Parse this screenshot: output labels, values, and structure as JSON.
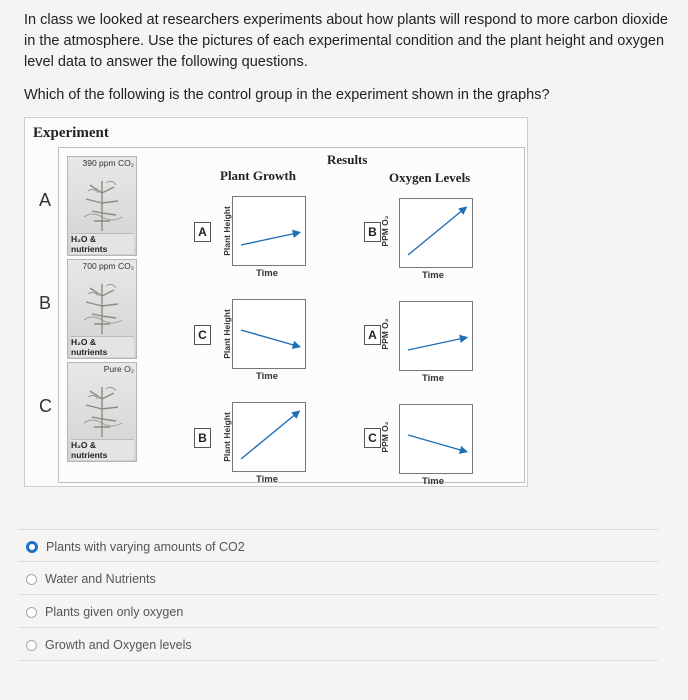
{
  "question": {
    "intro": "In class we looked at researchers experiments about how plants will respond to more carbon dioxide in the atmosphere. Use the pictures of each experimental condition and the plant height and oxygen level data to answer the following questions.",
    "prompt": "Which of the following is the control group in the experiment shown in the graphs?"
  },
  "figure": {
    "title": "Experiment",
    "results_label": "Results",
    "plant_growth_label": "Plant Growth",
    "oxygen_levels_label": "Oxygen Levels",
    "rows": [
      {
        "letter": "A",
        "top_caption": "390 ppm CO₂",
        "bottom_caption": "H₂O & nutrients",
        "growth_box": "A",
        "growth_ylabel": "Plant Height",
        "growth_xlabel": "Time",
        "growth_trend": "slight-up",
        "oxygen_box": "B",
        "oxygen_ylabel": "PPM O₂",
        "oxygen_xlabel": "Time",
        "oxygen_trend": "steep-up"
      },
      {
        "letter": "B",
        "top_caption": "700 ppm CO₂",
        "bottom_caption": "H₂O & nutrients",
        "growth_box": "C",
        "growth_ylabel": "Plant Height",
        "growth_xlabel": "Time",
        "growth_trend": "slight-down",
        "oxygen_box": "A",
        "oxygen_ylabel": "PPM O₂",
        "oxygen_xlabel": "Time",
        "oxygen_trend": "slight-up"
      },
      {
        "letter": "C",
        "top_caption": "Pure O₂",
        "bottom_caption": "H₂O & nutrients",
        "growth_box": "B",
        "growth_ylabel": "Plant Height",
        "growth_xlabel": "Time",
        "growth_trend": "steep-up",
        "oxygen_box": "C",
        "oxygen_ylabel": "PPM O₂",
        "oxygen_xlabel": "Time",
        "oxygen_trend": "slight-down"
      }
    ]
  },
  "options": [
    {
      "label": "Plants with varying amounts of CO2",
      "selected": true
    },
    {
      "label": "Water and Nutrients",
      "selected": false
    },
    {
      "label": "Plants given only oxygen",
      "selected": false
    },
    {
      "label": "Growth and Oxygen levels",
      "selected": false
    }
  ],
  "colors": {
    "selected_radio": "#1f73c7",
    "graph_line": "#1f6fb8"
  }
}
